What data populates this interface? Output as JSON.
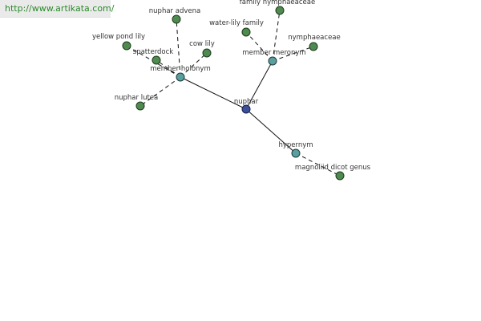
{
  "site": {
    "url_text": "http://www.artikata.com/"
  },
  "graph": {
    "center": "nuphar",
    "relations": [
      "member holonym",
      "member meronym",
      "hypernym"
    ],
    "words": [
      "nuphar advena",
      "family nymphaeaceae",
      "water-lily family",
      "yellow pond lily",
      "cow lily",
      "nymphaeaceae",
      "spatterdock",
      "nuphar lutea",
      "magnoliid dicot genus"
    ],
    "colors": {
      "word_node": "#4f8a4f",
      "relation_node": "#5a9e9e",
      "center_node": "#3d4f9a",
      "badge_link": "#2a8a2a"
    }
  }
}
